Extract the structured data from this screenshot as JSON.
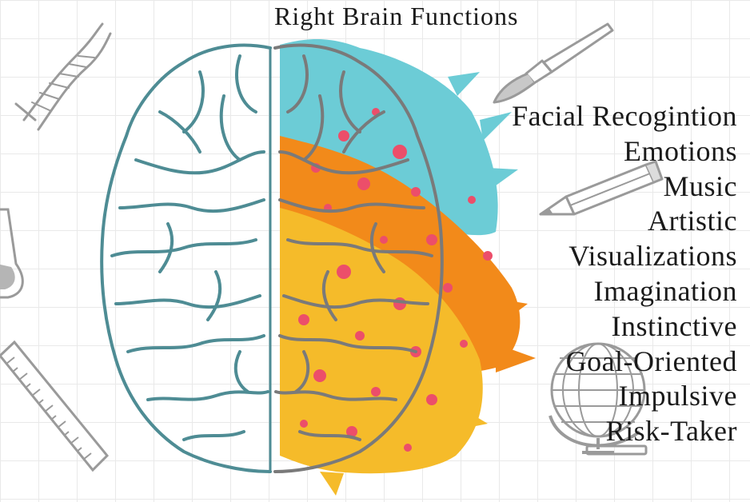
{
  "title": "Right Brain Functions",
  "functions": [
    "Facial Recogintion",
    "Emotions",
    "Music",
    "Artistic",
    "Visualizations",
    "Imagination",
    "Instinctive",
    "Goal-Oriented",
    "Impulsive",
    "Risk-Taker"
  ],
  "colors": {
    "left_brain_outline": "#4e8c94",
    "right_brain_outline": "#7a7a7a",
    "paint_cyan": "#6cccd6",
    "paint_orange": "#f28a1a",
    "paint_yellow": "#f5bb2a",
    "paint_pink": "#ec4e6a",
    "doodle_gray": "#9a9a9a"
  },
  "doodles": [
    "dna-icon",
    "flask-icon",
    "ruler-icon",
    "paintbrush-icon",
    "pencil-icon",
    "globe-icon"
  ]
}
